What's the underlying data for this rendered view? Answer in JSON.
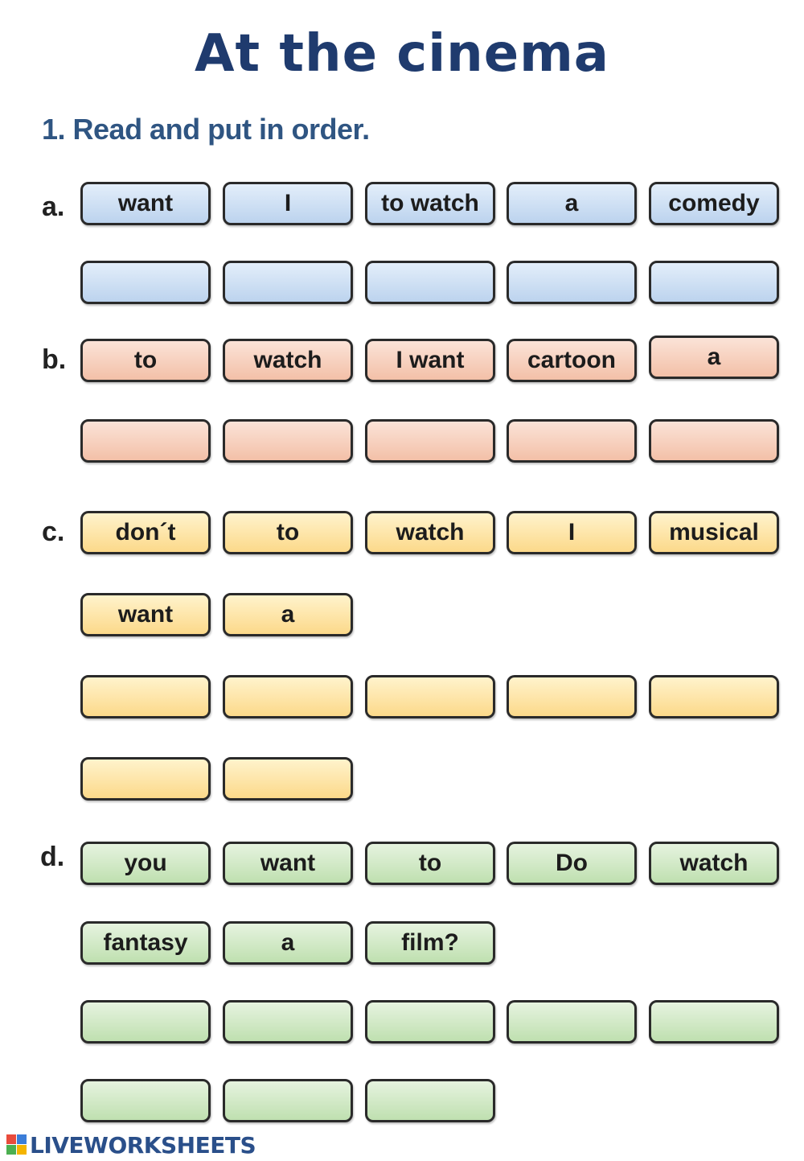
{
  "title": "At the cinema",
  "instruction": "1. Read and put in order.",
  "exercises": [
    {
      "letter": "a.",
      "color": "#bcd3ee",
      "words": [
        "want",
        "I",
        "to watch",
        "a",
        "comedy"
      ],
      "blank_count": 5
    },
    {
      "letter": "b.",
      "color": "#f3c0a8",
      "words": [
        "to",
        "watch",
        "I want",
        "cartoon",
        "a"
      ],
      "blank_count": 5
    },
    {
      "letter": "c.",
      "color": "#fcd98a",
      "words": [
        "don´t",
        "to",
        "watch",
        "I",
        "musical",
        "want",
        "a"
      ],
      "blank_count": 7
    },
    {
      "letter": "d.",
      "color": "#bfe0b0",
      "words": [
        "you",
        "want",
        "to",
        "Do",
        "watch",
        "fantasy",
        "a",
        "film?"
      ],
      "blank_count": 8
    }
  ],
  "footer": {
    "logo_icon": "liveworksheets-logo-icon",
    "logo_text": "LIVEWORKSHEETS"
  }
}
